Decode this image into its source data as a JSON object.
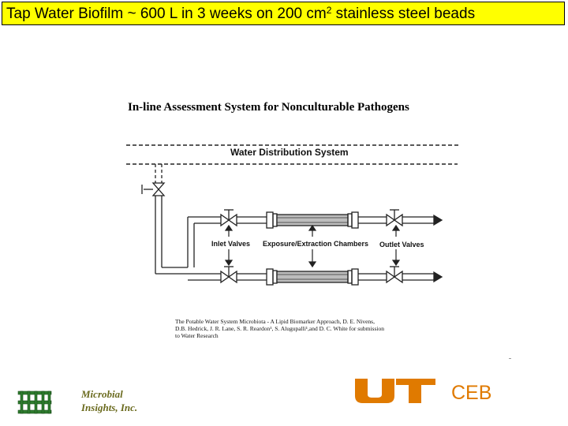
{
  "header": {
    "title_prefix": "Tap Water Biofilm  ~  600 L in 3 weeks on 200 cm",
    "title_sup": "2",
    "title_suffix": "  stainless steel beads",
    "background": "#ffff00"
  },
  "diagram": {
    "title": "In-line Assessment System for Nonculturable Pathogens",
    "pipe_label": "Water Distribution System",
    "labels": {
      "inlet_valves": "Inlet Valves",
      "chambers": "Exposure/Extraction Chambers",
      "outlet_valves": "Outlet Valves"
    },
    "citation": [
      "The Potable Water System Microbiota - A Lipid Biomarker Approach, D. E. Nivens,",
      "D.B. Hedrick, J. R. Lane, S. R. Reardon¹, S. Alugupalli¹,and D. C. White  for submission",
      "to Water Research"
    ]
  },
  "footer": {
    "microbial_line1": "Microbial",
    "microbial_line2": "Insights, Inc.",
    "microbial_color": "#6b6b1f",
    "ceb": "CEB",
    "ceb_color": "#e07a00",
    "ut_color": "#e07a00"
  }
}
